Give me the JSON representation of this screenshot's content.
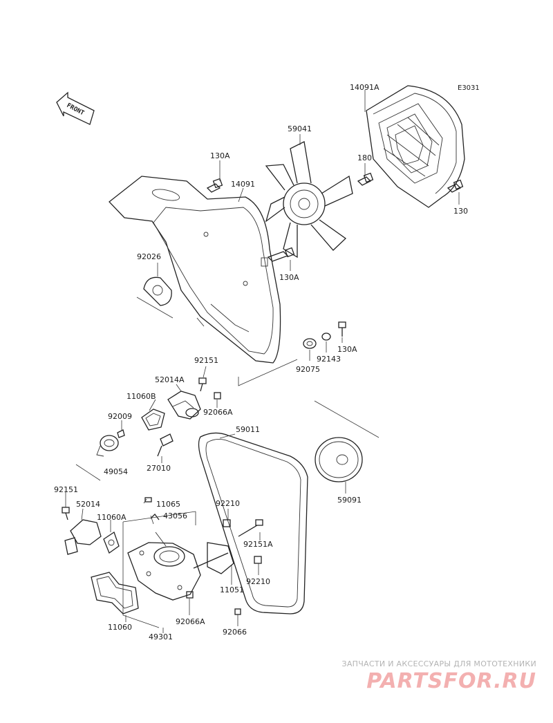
{
  "diagram": {
    "ref_code": "E3031",
    "front_label": "FRONT",
    "callouts": {
      "p14091A": "14091A",
      "p59041": "59041",
      "p180": "180",
      "p130": "130",
      "p130A_top": "130A",
      "p14091": "14091",
      "p92026": "92026",
      "p130A_mid": "130A",
      "p130A_low": "130A",
      "p92143": "92143",
      "p92075": "92075",
      "p92151_top": "92151",
      "p52014A": "52014A",
      "p11060B": "11060B",
      "p92066A_top": "92066A",
      "p92009": "92009",
      "p49054": "49054",
      "p27010": "27010",
      "p59011": "59011",
      "p59091": "59091",
      "p92151_low": "92151",
      "p52014": "52014",
      "p11065": "11065",
      "p43056": "43056",
      "p11060A": "11060A",
      "p92210_top": "92210",
      "p92151A": "92151A",
      "p92210_low": "92210",
      "p11051": "11051",
      "p11060": "11060",
      "p92066A_low": "92066A",
      "p92066": "92066",
      "p49301": "49301"
    }
  },
  "watermark": {
    "tagline": "ЗАПЧАСТИ И АКСЕССУАРЫ ДЛЯ МОТОТЕХНИКИ",
    "brand": "PARTSFOR.RU",
    "brand_color": "#f3b0b0"
  }
}
